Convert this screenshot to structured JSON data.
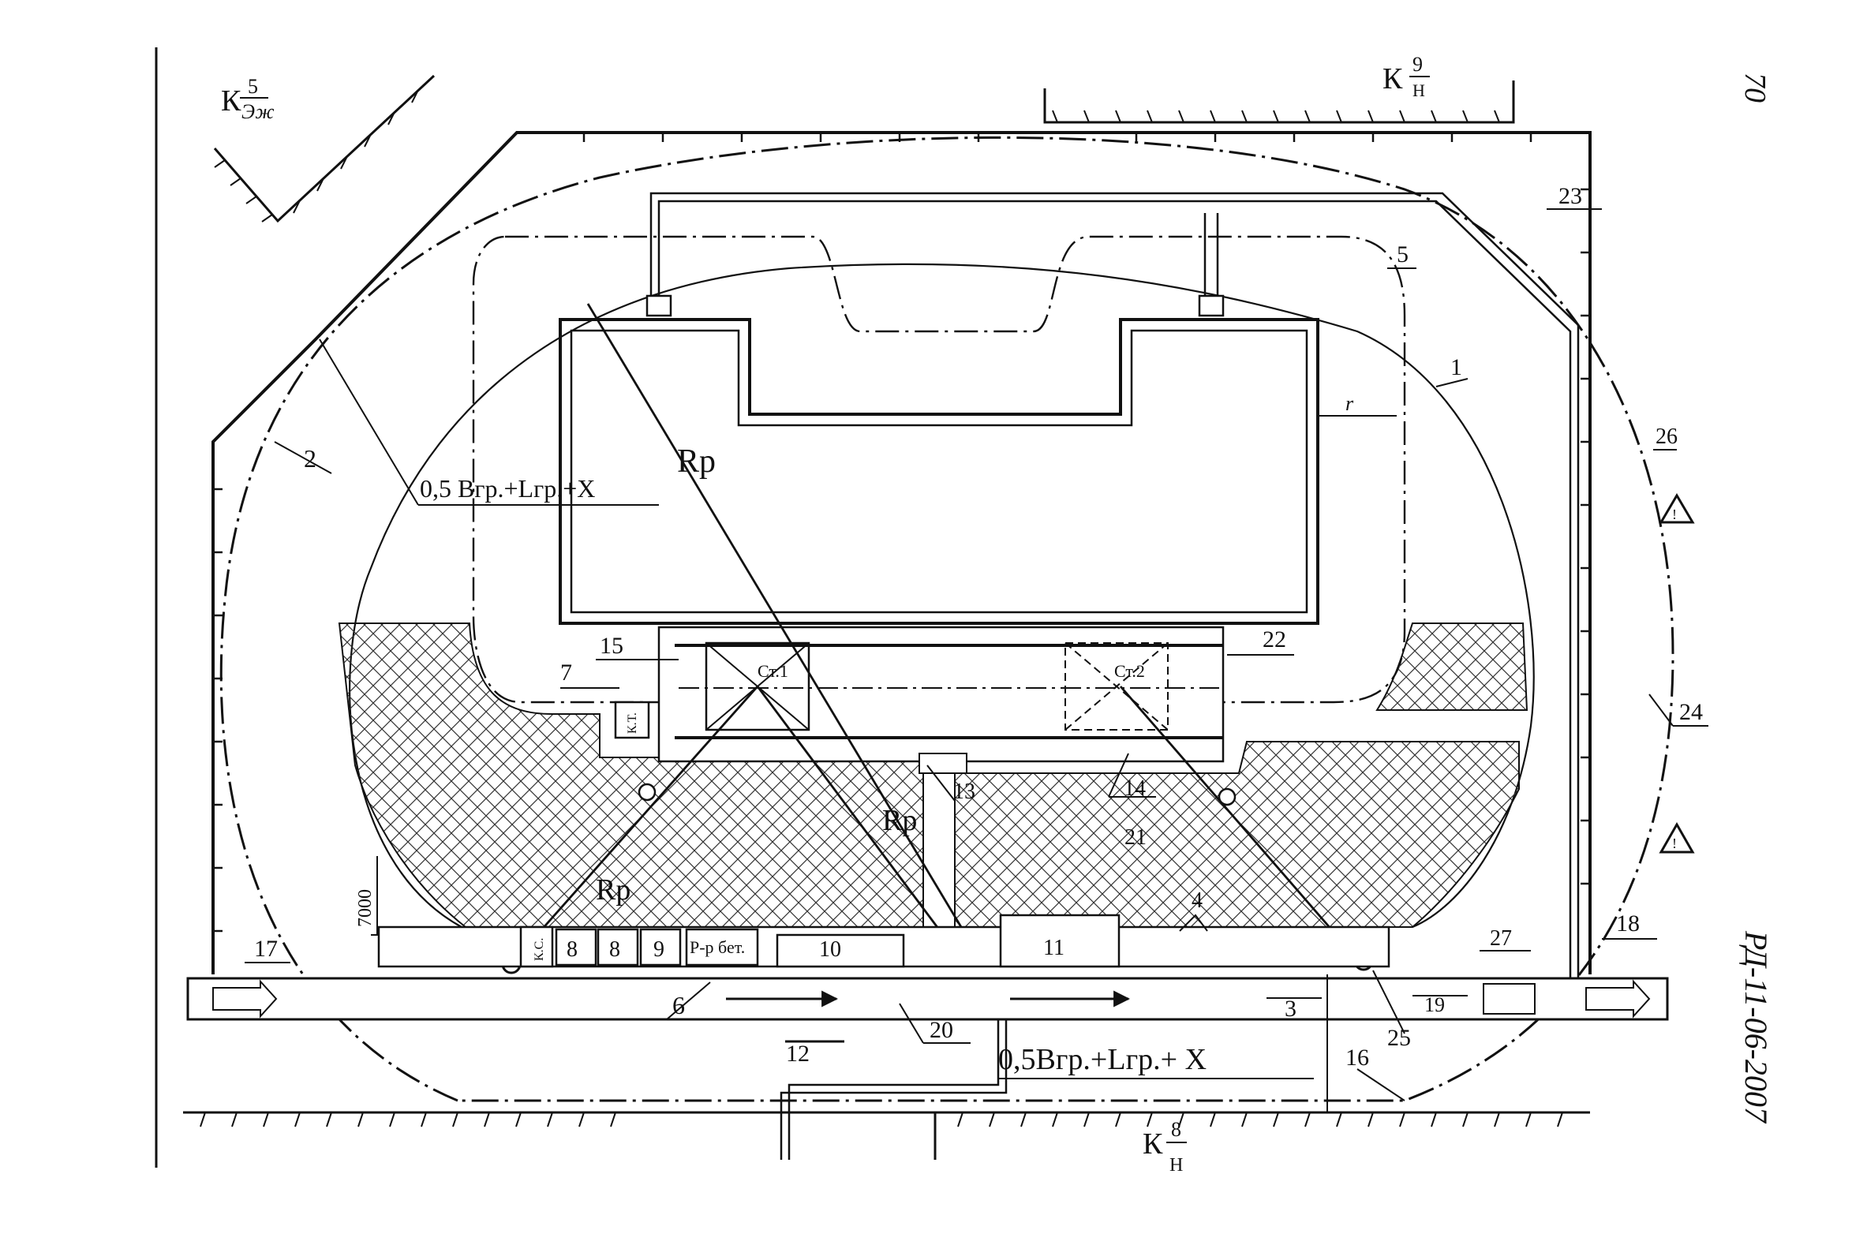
{
  "page_number": "70",
  "document_code": "РД-11-06-2007",
  "labels": {
    "k_zh": {
      "main": "К",
      "sup": "5",
      "sub": "Эж"
    },
    "k_n9": {
      "main": "К",
      "sup": "9",
      "sub": "Н"
    },
    "k_n8": {
      "main": "К",
      "sup": "8",
      "sub": "Н"
    },
    "rp": "Rp",
    "formula_top": "0,5 Вгр.+Lгр.+Х",
    "formula_bottom": "0,5Вгр.+Lгр.+ Х",
    "dim_7000": "7000",
    "r": "r",
    "st1": "Ст.1",
    "st2": "Ст.2",
    "kt": "К.Т.",
    "rr_bet": "Р-р бет.",
    "kc": "К.С."
  },
  "callouts": {
    "n1": "1",
    "n2": "2",
    "n3": "3",
    "n4": "4",
    "n5": "5",
    "n6": "6",
    "n7": "7",
    "n8a": "8",
    "n8b": "8",
    "n9": "9",
    "n10": "10",
    "n11": "11",
    "n12": "12",
    "n13": "13",
    "n14": "14",
    "n15": "15",
    "n16": "16",
    "n17": "17",
    "n18": "18",
    "n19": "19",
    "n20": "20",
    "n21": "21",
    "n22": "22",
    "n23": "23",
    "n24": "24",
    "n25": "25",
    "n26": "26",
    "n27": "27"
  }
}
